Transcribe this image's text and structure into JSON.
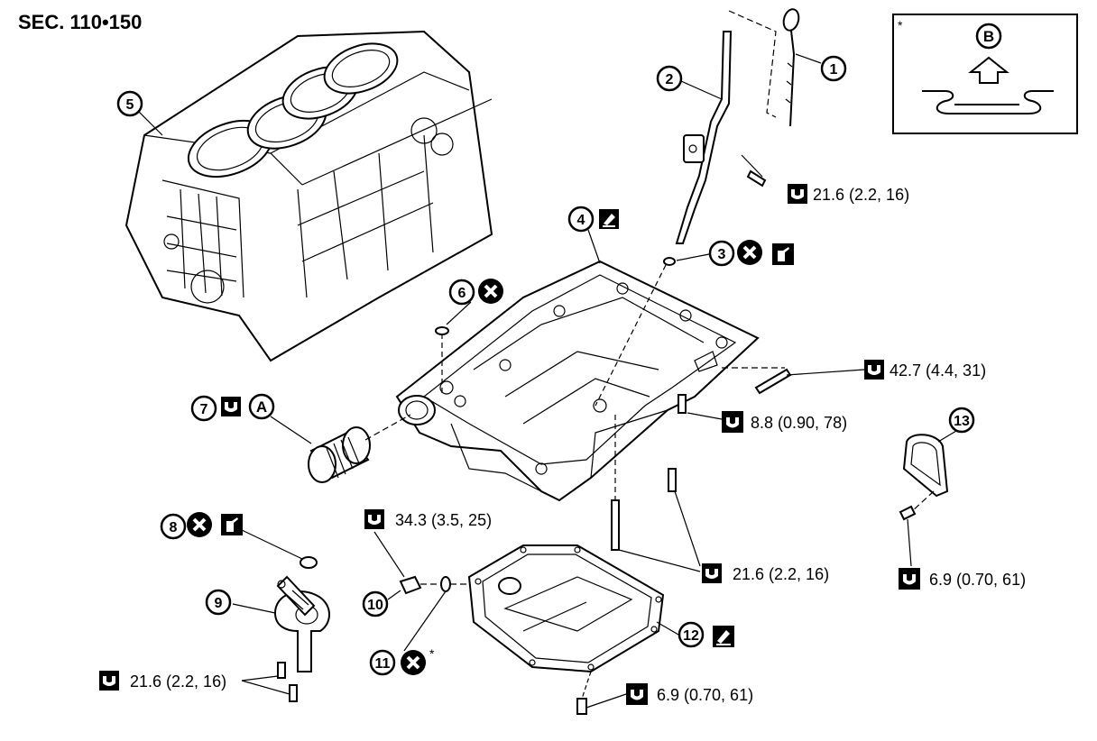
{
  "header": {
    "section": "SEC. 110•150"
  },
  "callouts": [
    {
      "id": "1",
      "label": "1"
    },
    {
      "id": "2",
      "label": "2"
    },
    {
      "id": "3",
      "label": "3"
    },
    {
      "id": "4",
      "label": "4"
    },
    {
      "id": "5",
      "label": "5"
    },
    {
      "id": "6",
      "label": "6"
    },
    {
      "id": "7",
      "label": "7"
    },
    {
      "id": "8",
      "label": "8"
    },
    {
      "id": "9",
      "label": "9"
    },
    {
      "id": "10",
      "label": "10"
    },
    {
      "id": "11",
      "label": "11"
    },
    {
      "id": "12",
      "label": "12"
    },
    {
      "id": "13",
      "label": "13"
    }
  ],
  "letters": {
    "a": "A",
    "b": "B"
  },
  "asterisk": "*",
  "torques": {
    "dipstick_guide_bolt": "21.6 (2.2, 16)",
    "upper_pan_side_bolt": "42.7 (4.4, 31)",
    "upper_pan_small_bolt": "8.8 (0.90, 78)",
    "drain_plug": "34.3 (3.5, 25)",
    "upper_pan_long_bolt": "21.6 (2.2, 16)",
    "cover_bolt": "6.9 (0.70, 61)",
    "strainer_bolt": "21.6 (2.2, 16)",
    "lower_pan_bolt": "6.9 (0.70, 61)"
  }
}
